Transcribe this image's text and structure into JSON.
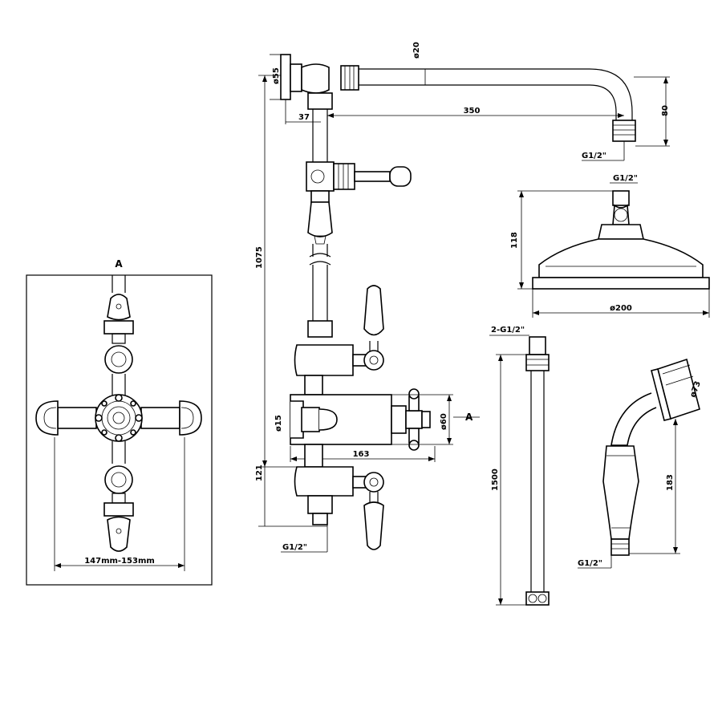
{
  "labels": {
    "section_a_top": "A",
    "section_a_right": "A",
    "dia_55": "ø55",
    "dia_20": "ø20",
    "dim_37": "37",
    "dim_350": "350",
    "dim_80": "80",
    "g12_arm": "G1/2\"",
    "g12_head": "G1/2\"",
    "dim_118": "118",
    "dia_200": "ø200",
    "dim_1075": "1075",
    "dia_15": "ø15",
    "dia_60": "ø60",
    "dim_163": "163",
    "dim_121": "121",
    "g12_bottom": "G1/2\"",
    "hose_conn": "2-G1/2\"",
    "dim_1500": "1500",
    "dia_73": "ø73",
    "dim_183": "183",
    "g12_handset": "G1/2\"",
    "width_range": "147mm-153mm"
  }
}
